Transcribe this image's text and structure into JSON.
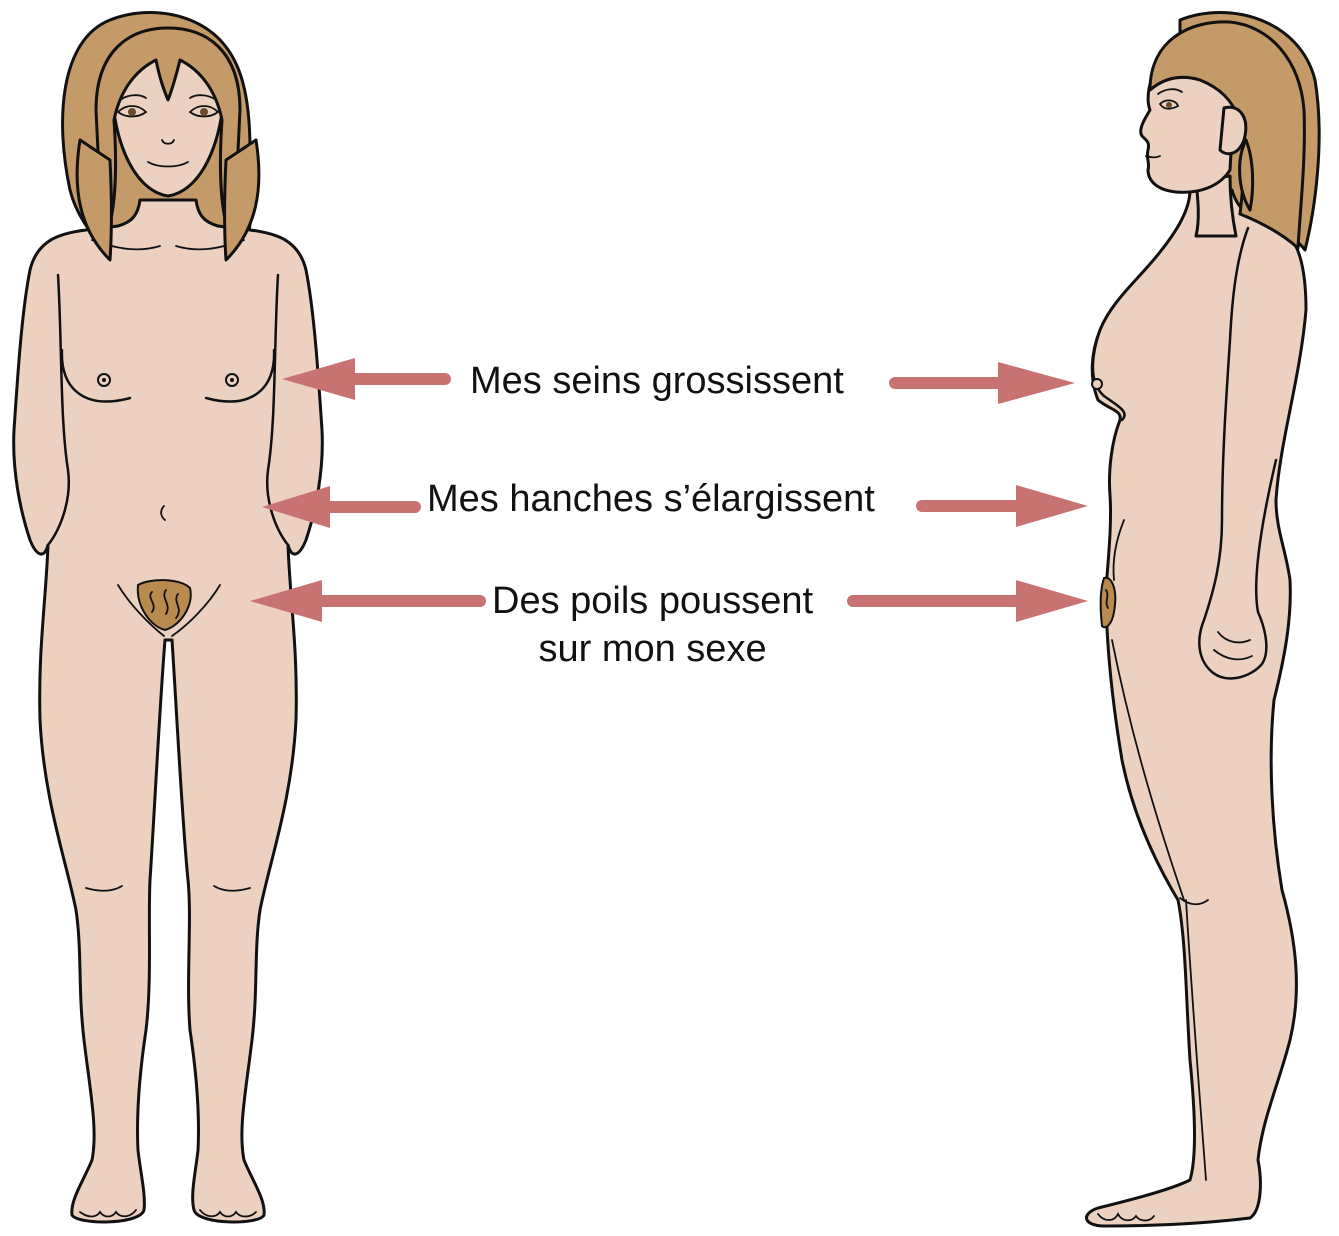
{
  "labels": {
    "breasts": "Mes seins grossissent",
    "hips": "Mes hanches s’élargissent",
    "pubic_hair_line1": "Des poils poussent",
    "pubic_hair_line2": "sur mon sexe"
  },
  "colors": {
    "skin": "#ecd1c1",
    "hair": "#c49a68",
    "pubic_hair": "#b98a4e",
    "arrow": "#c87371",
    "outline": "#111111"
  }
}
